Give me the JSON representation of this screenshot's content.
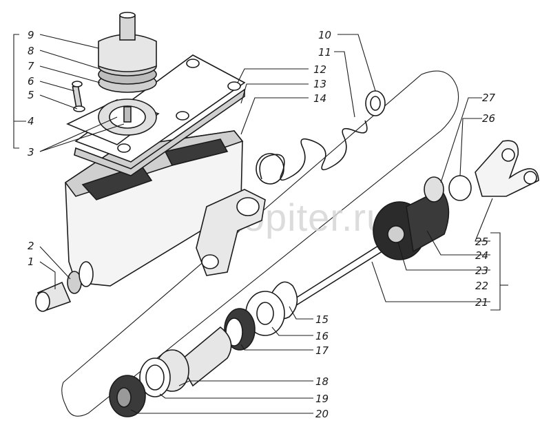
{
  "diagram": {
    "callouts": [
      "1",
      "2",
      "3",
      "4",
      "5",
      "6",
      "7",
      "8",
      "9",
      "10",
      "11",
      "12",
      "13",
      "14",
      "15",
      "16",
      "17",
      "18",
      "19",
      "20",
      "21",
      "22",
      "23",
      "24",
      "25",
      "26",
      "27"
    ],
    "watermark": "autopiter.ru",
    "colors": {
      "ink": "#1a1a1a",
      "paper": "#ffffff",
      "shade": "#6b6b6b",
      "watermark": "#d6d6d6"
    }
  }
}
